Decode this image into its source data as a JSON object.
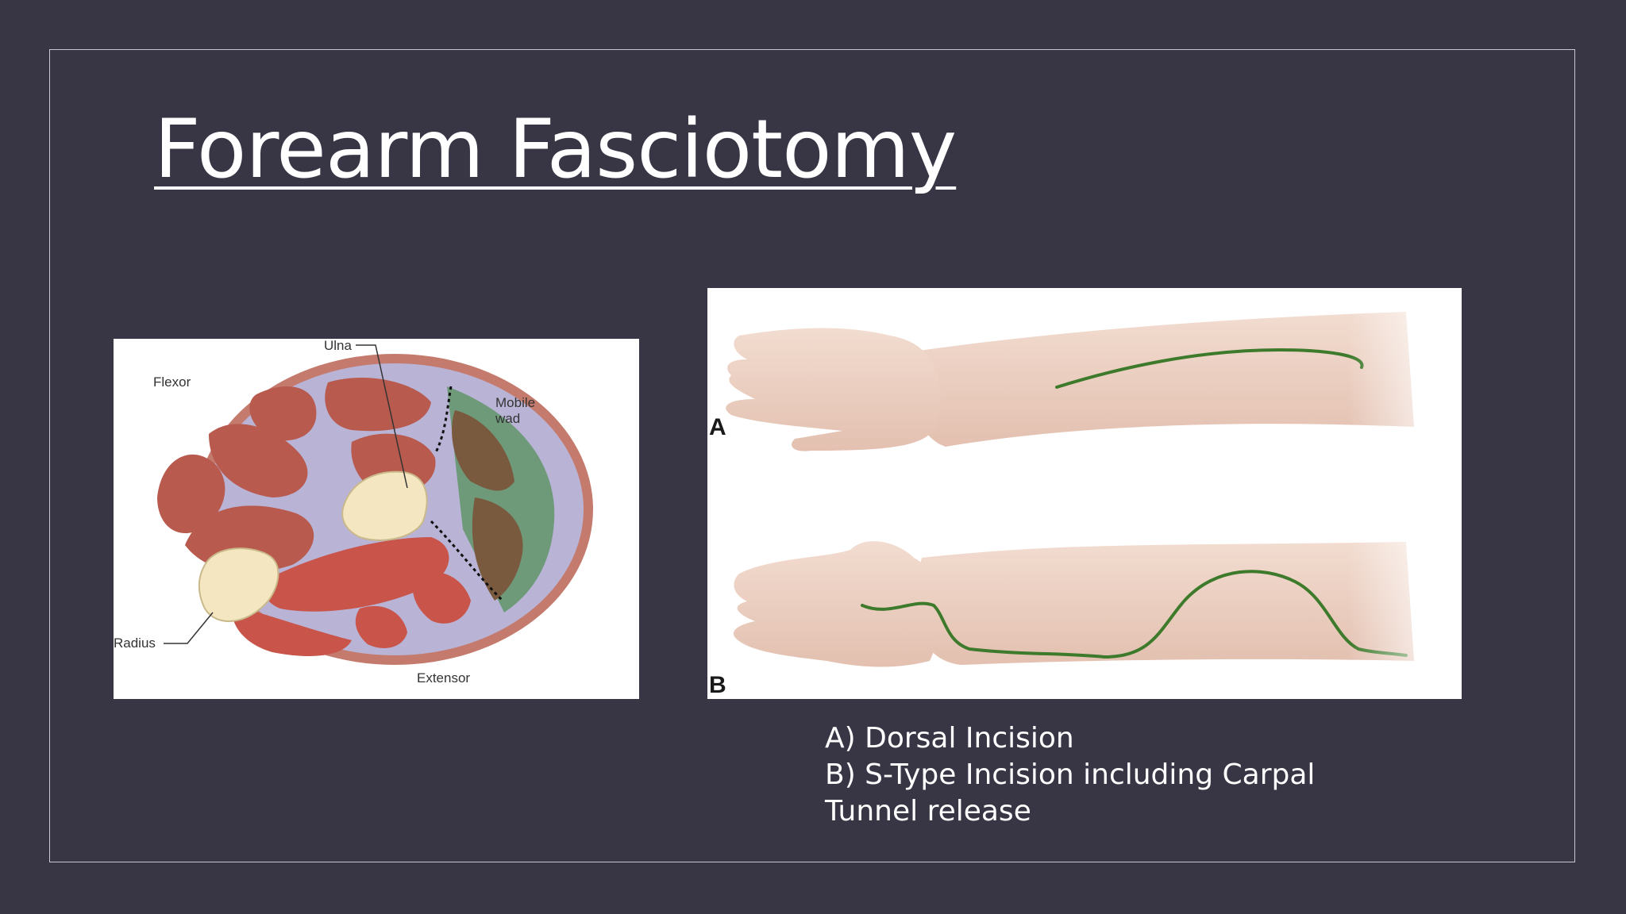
{
  "slide": {
    "title": "Forearm Fasciotomy",
    "caption_lines": [
      "A) Dorsal Incision",
      "B) S-Type Incision including Carpal",
      "Tunnel release"
    ]
  },
  "cross_section_figure": {
    "labels": {
      "ulna": "Ulna",
      "flexor": "Flexor",
      "mobile_wad_line1": "Mobile",
      "mobile_wad_line2": "wad",
      "radius": "Radius",
      "extensor": "Extensor"
    }
  },
  "incision_figure": {
    "panel_a": "A",
    "panel_b": "B"
  },
  "colors": {
    "background": "#383545",
    "muscle": "#b85a4e",
    "fascia_purple": "#b9b4d6",
    "mobile_wad": "#7a5a3e",
    "mobile_wad_fascia": "#6e9a7a",
    "bone": "#f3e6c0",
    "skin": "#ecd2c4",
    "incision": "#3d7a2b"
  }
}
